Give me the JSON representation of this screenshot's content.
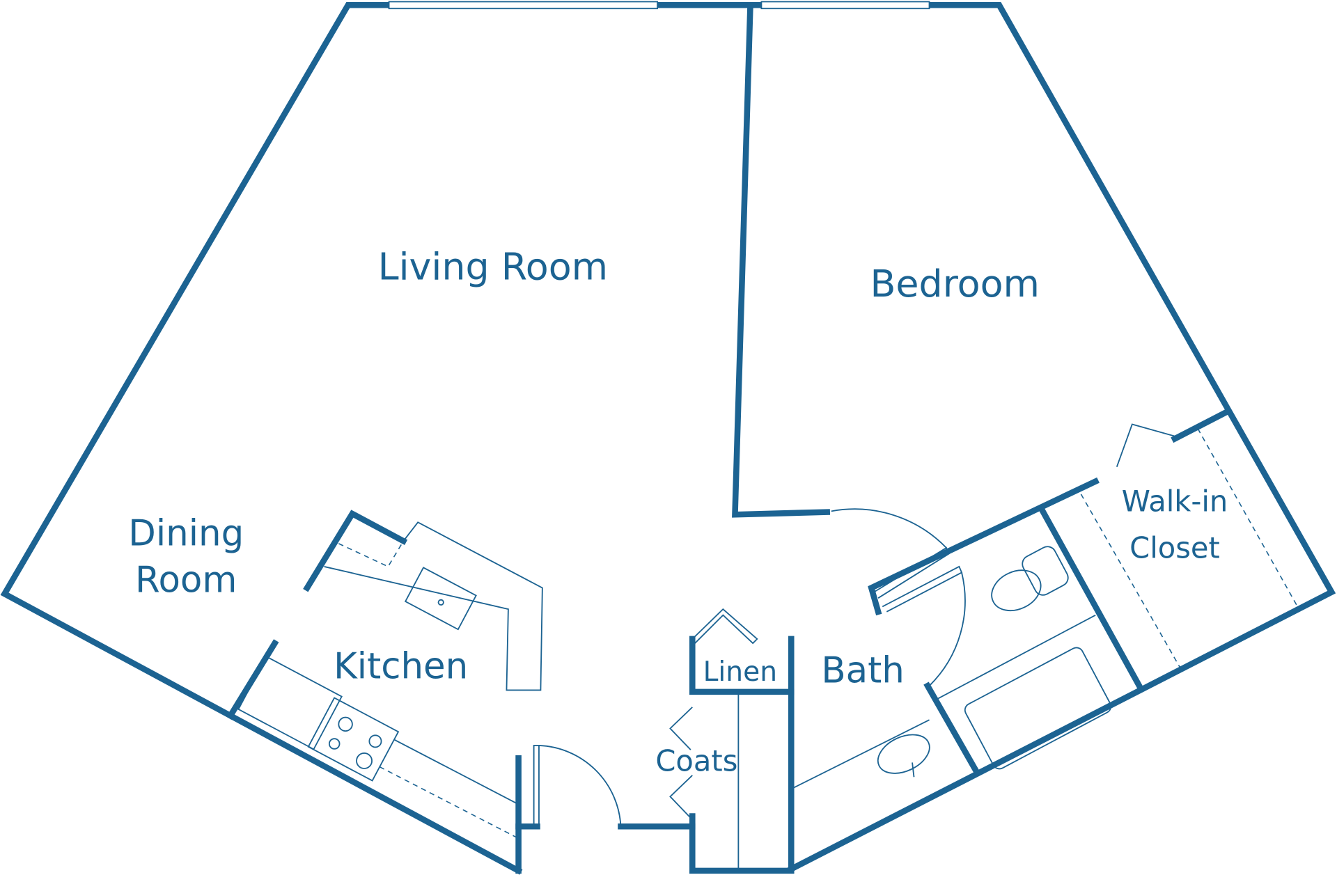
{
  "colors": {
    "wall": "#1c6392",
    "background": "#ffffff"
  },
  "rooms": {
    "living_room": "Living Room",
    "bedroom": "Bedroom",
    "dining_room_line1": "Dining",
    "dining_room_line2": "Room",
    "kitchen": "Kitchen",
    "linen": "Linen",
    "bath": "Bath",
    "coats": "Coats",
    "walk_in_line1": "Walk-in",
    "walk_in_line2": "Closet"
  }
}
